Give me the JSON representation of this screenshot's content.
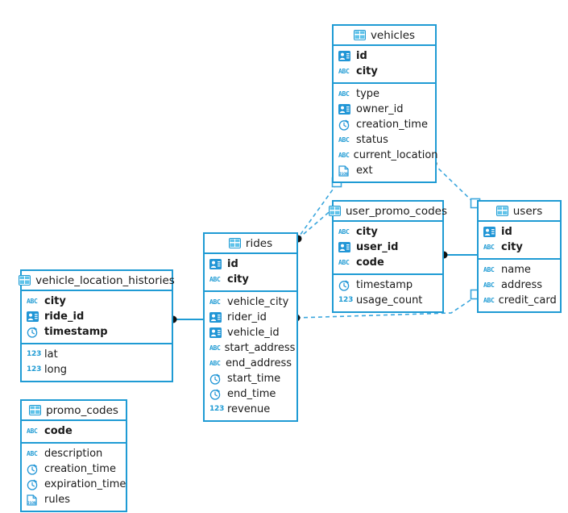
{
  "diagram": {
    "title": "database-er-diagram",
    "accent_color": "#1f9bd4",
    "line_color": "#3aa6dd",
    "background": "#ffffff"
  },
  "icons": {
    "table": "table-icon",
    "key_id": "id-card-icon",
    "string": "abc-icon",
    "number": "123-icon",
    "timestamp": "clock-icon",
    "json": "json-file-icon"
  },
  "tables": [
    {
      "name": "vehicles",
      "primary_keys": [
        {
          "label": "id",
          "type": "id"
        },
        {
          "label": "city",
          "type": "abc"
        }
      ],
      "columns": [
        {
          "label": "type",
          "type": "abc"
        },
        {
          "label": "owner_id",
          "type": "id"
        },
        {
          "label": "creation_time",
          "type": "clock"
        },
        {
          "label": "status",
          "type": "abc"
        },
        {
          "label": "current_location",
          "type": "abc"
        },
        {
          "label": "ext",
          "type": "json"
        }
      ]
    },
    {
      "name": "user_promo_codes",
      "primary_keys": [
        {
          "label": "city",
          "type": "abc"
        },
        {
          "label": "user_id",
          "type": "id"
        },
        {
          "label": "code",
          "type": "abc"
        }
      ],
      "columns": [
        {
          "label": "timestamp",
          "type": "clock"
        },
        {
          "label": "usage_count",
          "type": "123"
        }
      ]
    },
    {
      "name": "users",
      "primary_keys": [
        {
          "label": "id",
          "type": "id"
        },
        {
          "label": "city",
          "type": "abc"
        }
      ],
      "columns": [
        {
          "label": "name",
          "type": "abc"
        },
        {
          "label": "address",
          "type": "abc"
        },
        {
          "label": "credit_card",
          "type": "abc"
        }
      ]
    },
    {
      "name": "rides",
      "primary_keys": [
        {
          "label": "id",
          "type": "id"
        },
        {
          "label": "city",
          "type": "abc"
        }
      ],
      "columns": [
        {
          "label": "vehicle_city",
          "type": "abc"
        },
        {
          "label": "rider_id",
          "type": "id"
        },
        {
          "label": "vehicle_id",
          "type": "id"
        },
        {
          "label": "start_address",
          "type": "abc"
        },
        {
          "label": "end_address",
          "type": "abc"
        },
        {
          "label": "start_time",
          "type": "clock"
        },
        {
          "label": "end_time",
          "type": "clock"
        },
        {
          "label": "revenue",
          "type": "123"
        }
      ]
    },
    {
      "name": "vehicle_location_histories",
      "primary_keys": [
        {
          "label": "city",
          "type": "abc"
        },
        {
          "label": "ride_id",
          "type": "id"
        },
        {
          "label": "timestamp",
          "type": "clock"
        }
      ],
      "columns": [
        {
          "label": "lat",
          "type": "123"
        },
        {
          "label": "long",
          "type": "123"
        }
      ]
    },
    {
      "name": "promo_codes",
      "primary_keys": [
        {
          "label": "code",
          "type": "abc"
        }
      ],
      "columns": [
        {
          "label": "description",
          "type": "abc"
        },
        {
          "label": "creation_time",
          "type": "clock"
        },
        {
          "label": "expiration_time",
          "type": "clock"
        },
        {
          "label": "rules",
          "type": "json"
        }
      ]
    }
  ],
  "relationships": [
    {
      "from": "vehicle_location_histories",
      "to": "rides",
      "style": "solid"
    },
    {
      "from": "rides",
      "to": "user_promo_codes",
      "style": "dashed"
    },
    {
      "from": "vehicles",
      "to": "users",
      "style": "dashed"
    },
    {
      "from": "user_promo_codes",
      "to": "users",
      "style": "solid"
    },
    {
      "from": "rides",
      "to": "users",
      "style": "dashed"
    }
  ]
}
